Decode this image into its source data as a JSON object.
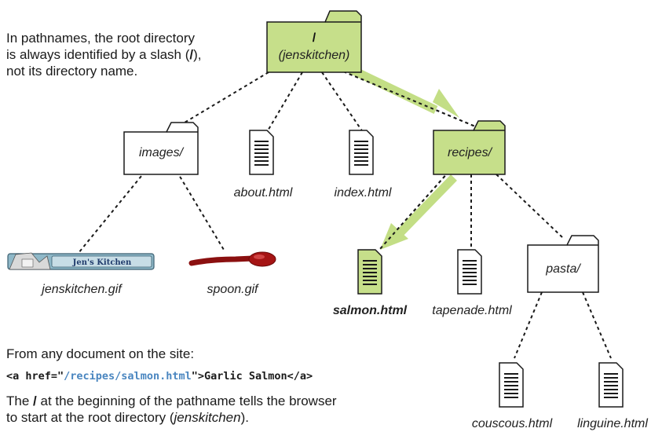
{
  "intro": {
    "line1": "In pathnames, the root directory",
    "line2": "is always identified by a slash (",
    "slash": "/",
    "line2_end": "),",
    "line3": "not its directory name."
  },
  "root": {
    "slash": "/",
    "name": "(jenskitchen)"
  },
  "folders": {
    "images": "images/",
    "recipes": "recipes/",
    "pasta": "pasta/"
  },
  "files": {
    "about": "about.html",
    "index": "index.html",
    "jenskitchen_gif": "jenskitchen.gif",
    "spoon_gif": "spoon.gif",
    "salmon": "salmon.html",
    "tapenade": "tapenade.html",
    "couscous": "couscous.html",
    "linguine": "linguine.html"
  },
  "logo_text": "Jen's Kitchen",
  "footer": {
    "line1": "From any document on the site:",
    "code_open": "<a href=\"",
    "code_path": "/recipes/salmon.html",
    "code_close": "\">Garlic Salmon</a>",
    "line3_a": "The ",
    "line3_slash": "/",
    "line3_b": " at the beginning of the pathname tells the browser",
    "line4_a": "to start at the root directory (",
    "line4_name": "jenskitchen",
    "line4_b": ")."
  },
  "colors": {
    "highlight": "#c6df8a",
    "arrow": "#b9d97a",
    "ink": "#1a1a1a",
    "code_path": "#4a86c0"
  }
}
